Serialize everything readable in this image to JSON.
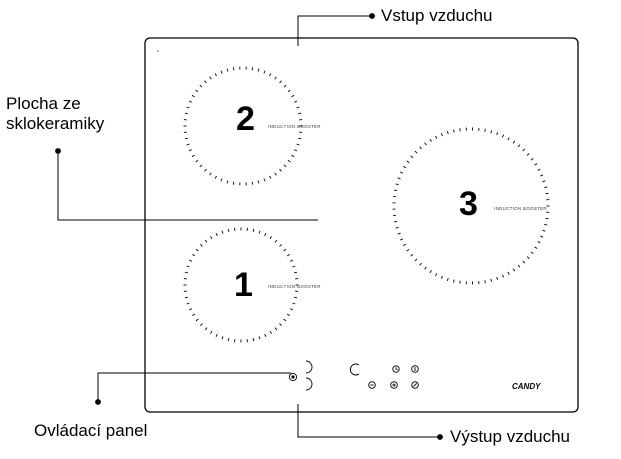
{
  "labels": {
    "air_inlet": "Vstup vzduchu",
    "glass_surface": "Plocha ze\nsklokeramiky",
    "control_panel": "Ovládací panel",
    "air_outlet": "Výstup vzduchu"
  },
  "zones": [
    {
      "number": "2",
      "tag": "INDUCTION BOOSTER"
    },
    {
      "number": "1",
      "tag": "INDUCTION BOOSTER"
    },
    {
      "number": "3",
      "tag": "INDUCTION BOOSTER"
    }
  ],
  "brand": "CANDY",
  "colors": {
    "line": "#000000",
    "background": "#ffffff"
  },
  "icons": {
    "controls": [
      "power-icon",
      "timer-icon",
      "lock-icon",
      "minus-icon",
      "plus-icon",
      "pause-icon"
    ]
  }
}
